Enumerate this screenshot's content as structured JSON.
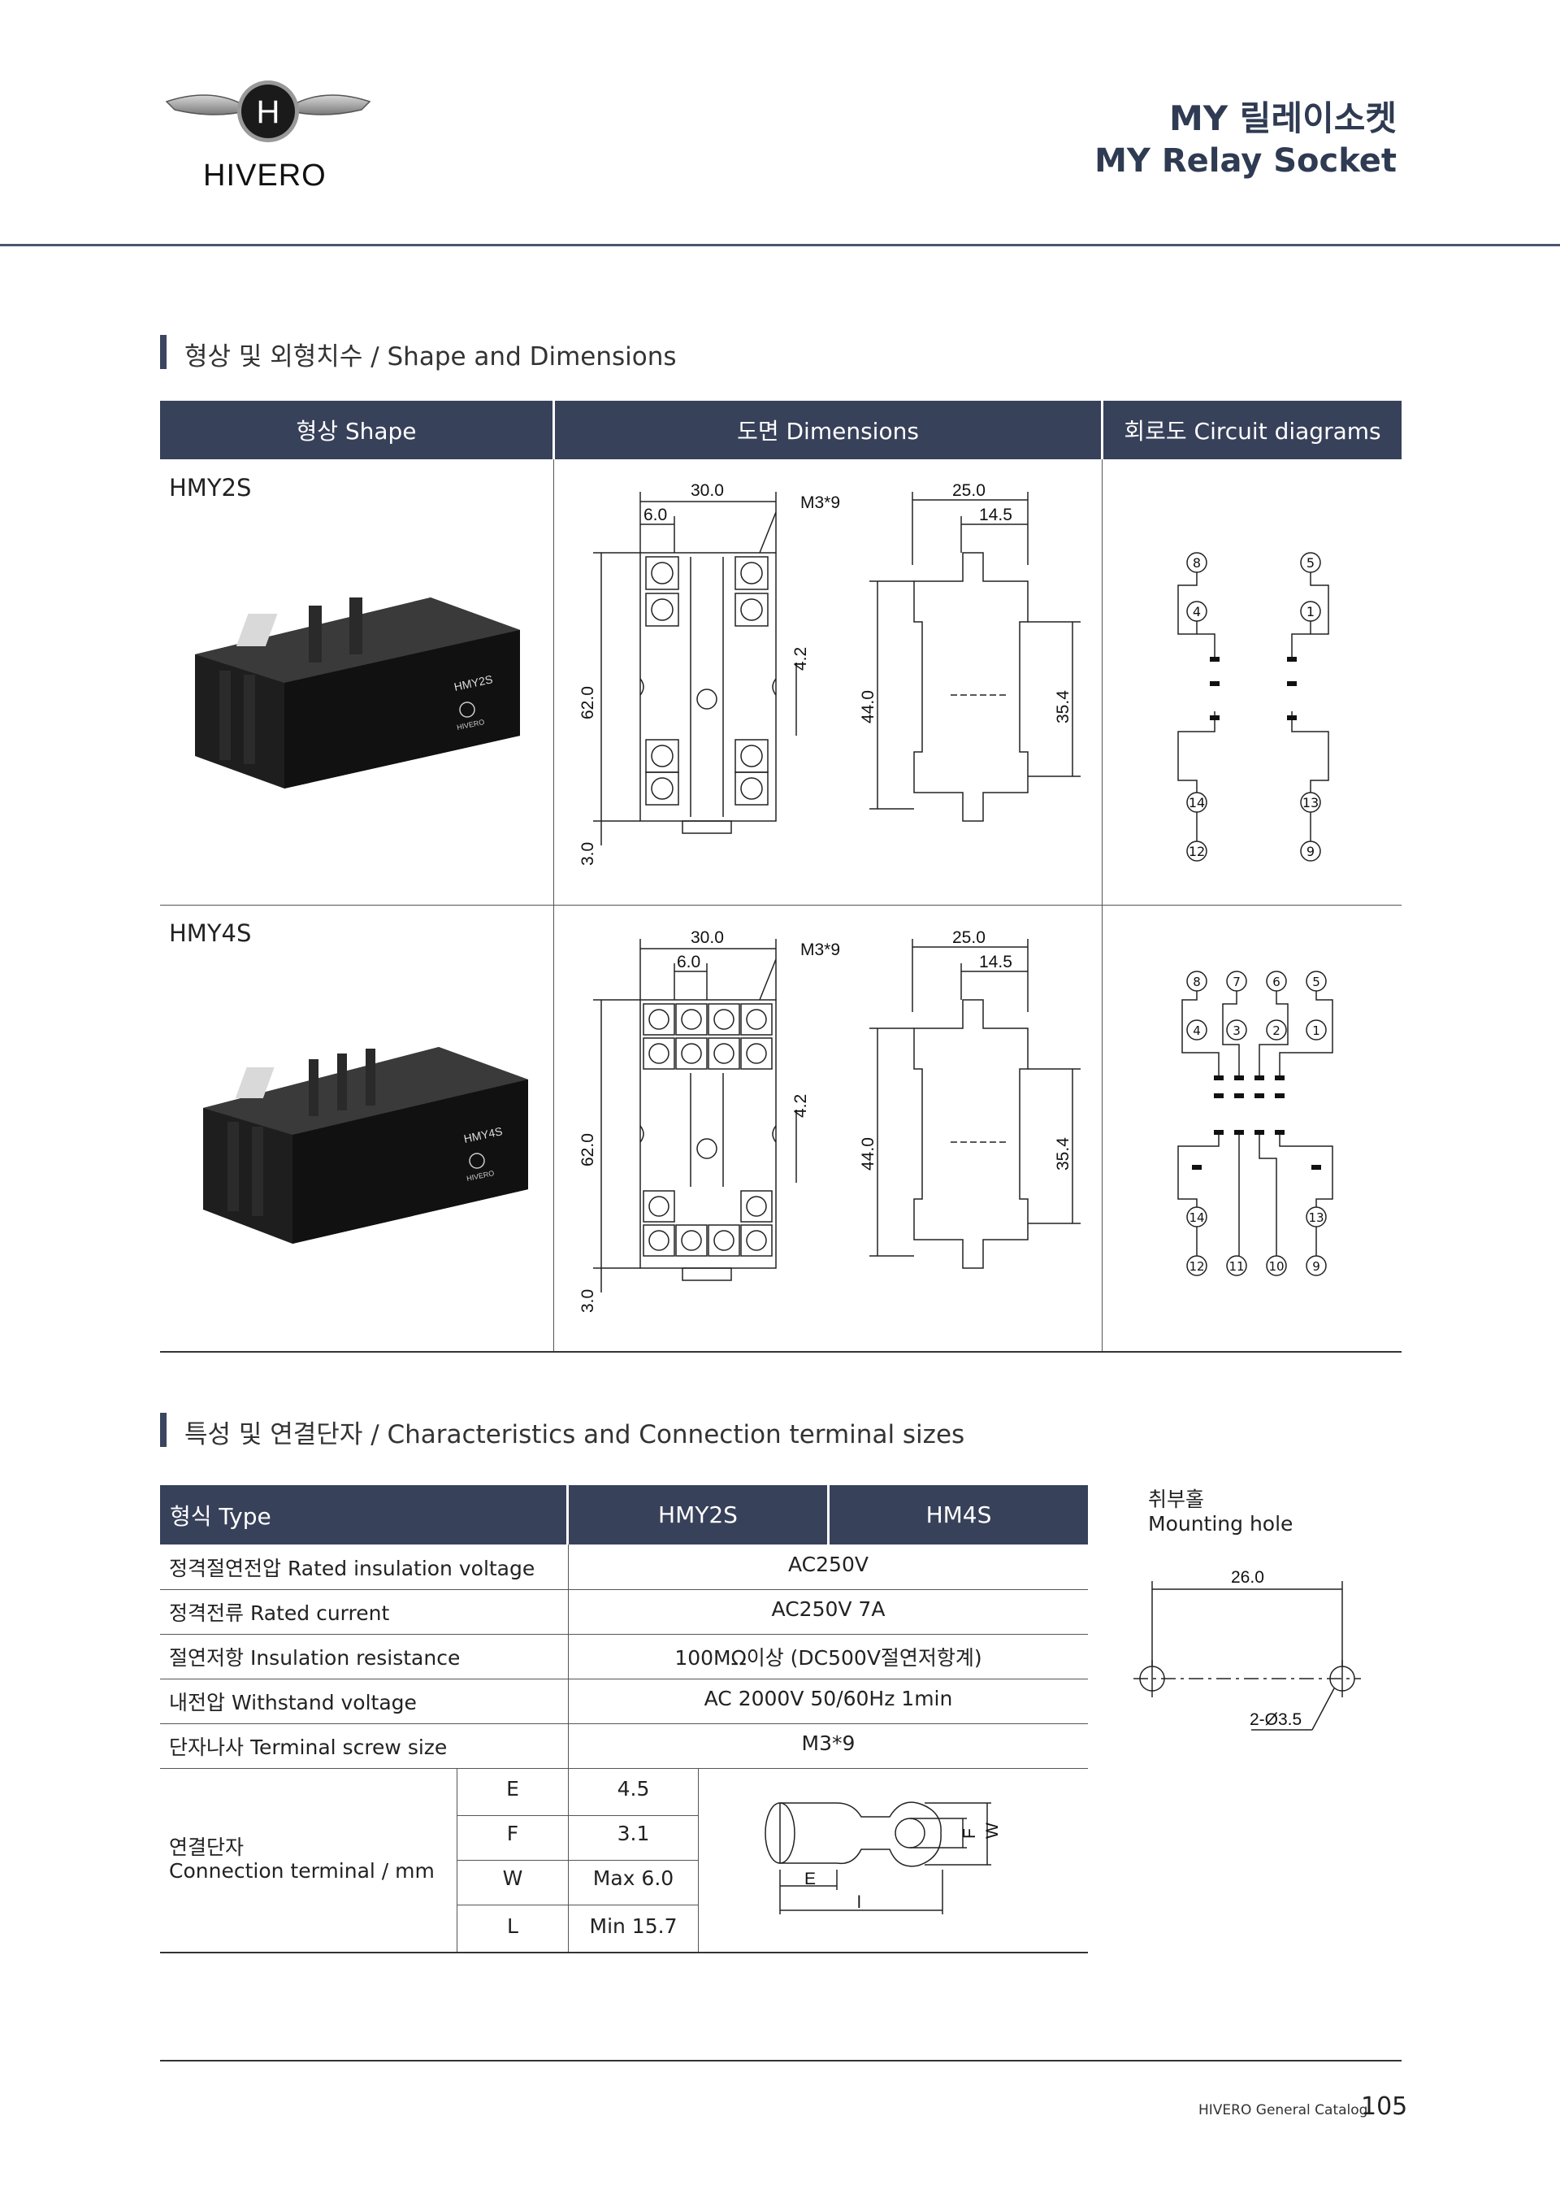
{
  "header": {
    "brand_letter": "H",
    "brand_name": "HIVERO",
    "title_ko": "MY 릴레이소켓",
    "title_en": "MY Relay Socket"
  },
  "section1": {
    "title": "형상 및 외형치수 / Shape and Dimensions",
    "col_shape": "형상 Shape",
    "col_dims": "도면 Dimensions",
    "col_circuit": "회로도 Circuit diagrams",
    "rows": [
      {
        "model": "HMY2S",
        "photo_label": "HMY2S",
        "photo_brand": "HIVERO",
        "dims": {
          "width": "30.0",
          "pitch": "6.0",
          "screw": "M3*9",
          "height": "62.0",
          "gap": "4.2",
          "base": "3.0",
          "side_width": "25.0",
          "side_inner": "14.5",
          "side_height": "44.0",
          "side_inner_height": "35.4"
        },
        "terminals_top": [
          "8",
          "5"
        ],
        "terminals_mid": [
          "4",
          "1"
        ],
        "terminals_coil": [
          "14",
          "13"
        ],
        "terminals_bot": [
          "12",
          "9"
        ]
      },
      {
        "model": "HMY4S",
        "photo_label": "HMY4S",
        "photo_brand": "HIVERO",
        "dims": {
          "width": "30.0",
          "pitch": "6.0",
          "screw": "M3*9",
          "height": "62.0",
          "gap": "4.2",
          "base": "3.0",
          "side_width": "25.0",
          "side_inner": "14.5",
          "side_height": "44.0",
          "side_inner_height": "35.4"
        },
        "terminals_top": [
          "8",
          "7",
          "6",
          "5"
        ],
        "terminals_mid": [
          "4",
          "3",
          "2",
          "1"
        ],
        "terminals_coil": [
          "14",
          "13"
        ],
        "terminals_bot": [
          "12",
          "11",
          "10",
          "9"
        ]
      }
    ]
  },
  "section2": {
    "title": "특성 및 연결단자 / Characteristics and Connection terminal sizes",
    "col_type": "형식 Type",
    "col_a": "HMY2S",
    "col_b": "HM4S",
    "rows": [
      {
        "label": "정격절연전압 Rated insulation voltage",
        "value": "AC250V"
      },
      {
        "label": "정격전류 Rated current",
        "value": "AC250V 7A"
      },
      {
        "label": "절연저항 Insulation resistance",
        "value": "100MΩ이상 (DC500V절연저항계)"
      },
      {
        "label": "내전압 Withstand voltage",
        "value": "AC 2000V 50/60Hz 1min"
      },
      {
        "label": "단자나사 Terminal screw size",
        "value": "M3*9"
      }
    ],
    "conn_label_ko": "연결단자",
    "conn_label_en": "Connection terminal / mm",
    "conn_rows": [
      {
        "key": "E",
        "value": "4.5"
      },
      {
        "key": "F",
        "value": "3.1"
      },
      {
        "key": "W",
        "value": "Max 6.0"
      },
      {
        "key": "L",
        "value": "Min 15.7"
      }
    ],
    "lug_labels": {
      "e": "E",
      "l": "l",
      "f": "F",
      "w": "W"
    }
  },
  "mounting": {
    "title_ko": "취부홀",
    "title_en": "Mounting hole",
    "distance": "26.0",
    "hole": "2-Ø3.5"
  },
  "footer": {
    "catalog": "HIVERO General Catalog",
    "page": "105"
  },
  "colors": {
    "header_bg": "#38415a",
    "title": "#2f3b52",
    "rule": "#4a5570"
  }
}
